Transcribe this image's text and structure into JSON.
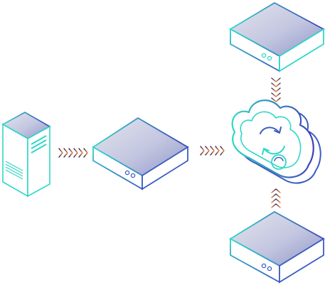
{
  "colors": {
    "teal": "#2fd8c8",
    "blue": "#3a5cc4",
    "indigo": "#3f3fb8",
    "arrow_orange": "#f07a3a",
    "arrow_dark": "#2a2a55",
    "top_face_light": "#d6d6e6",
    "top_face_dark": "#8f96c9"
  },
  "diagram": {
    "nodes": [
      {
        "name": "tower-server",
        "icon": "server-tower-icon"
      },
      {
        "name": "relay-server",
        "icon": "rack-server-icon"
      },
      {
        "name": "cloud-sync",
        "icon": "cloud-sync-icon"
      },
      {
        "name": "top-server",
        "icon": "rack-server-icon"
      },
      {
        "name": "bottom-server",
        "icon": "rack-server-icon"
      }
    ],
    "connectors": [
      {
        "from": "tower-server",
        "to": "relay-server",
        "style": "chevrons"
      },
      {
        "from": "relay-server",
        "to": "cloud-sync",
        "style": "chevrons"
      },
      {
        "from": "top-server",
        "to": "cloud-sync",
        "style": "chevrons"
      },
      {
        "from": "bottom-server",
        "to": "cloud-sync",
        "style": "chevrons"
      }
    ]
  }
}
